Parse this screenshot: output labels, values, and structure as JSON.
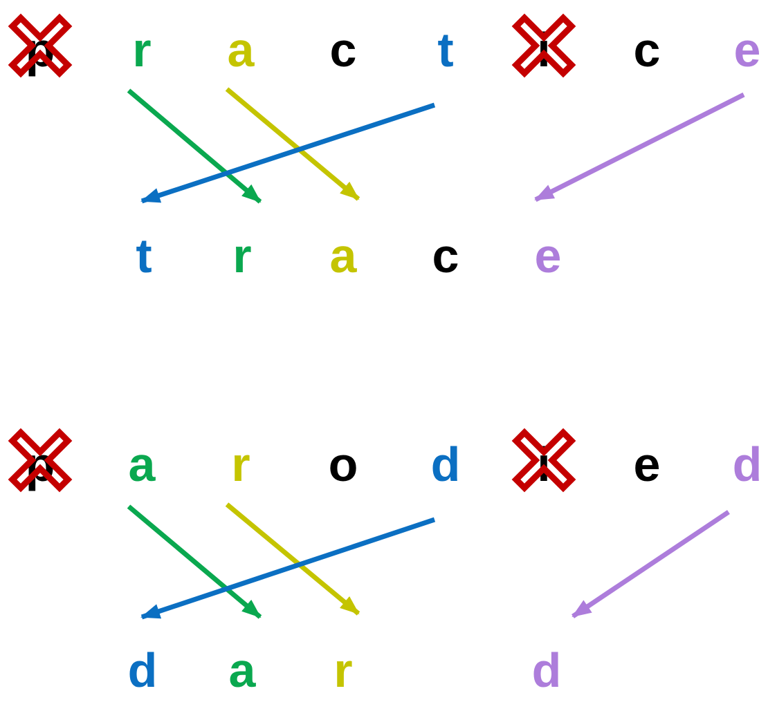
{
  "colors": {
    "black": "#000000",
    "green": "#0aa84f",
    "yellow": "#c4c400",
    "blue": "#0b6fc2",
    "purple": "#ad7ddb",
    "cross": "#c40000"
  },
  "puzzles": [
    {
      "source": [
        {
          "ch": "p",
          "color": "black",
          "crossed": true
        },
        {
          "ch": "r",
          "color": "green",
          "crossed": false
        },
        {
          "ch": "a",
          "color": "yellow",
          "crossed": false
        },
        {
          "ch": "c",
          "color": "black",
          "crossed": false
        },
        {
          "ch": "t",
          "color": "blue",
          "crossed": false
        },
        {
          "ch": "i",
          "color": "black",
          "crossed": true
        },
        {
          "ch": "c",
          "color": "black",
          "crossed": false
        },
        {
          "ch": "e",
          "color": "purple",
          "crossed": false
        }
      ],
      "result": [
        {
          "ch": "t",
          "color": "blue"
        },
        {
          "ch": "r",
          "color": "green"
        },
        {
          "ch": "a",
          "color": "yellow"
        },
        {
          "ch": "c",
          "color": "black"
        },
        {
          "ch": "e",
          "color": "purple"
        }
      ]
    },
    {
      "source": [
        {
          "ch": "p",
          "color": "black",
          "crossed": true
        },
        {
          "ch": "a",
          "color": "green",
          "crossed": false
        },
        {
          "ch": "r",
          "color": "yellow",
          "crossed": false
        },
        {
          "ch": "o",
          "color": "black",
          "crossed": false
        },
        {
          "ch": "d",
          "color": "blue",
          "crossed": false
        },
        {
          "ch": "i",
          "color": "black",
          "crossed": true
        },
        {
          "ch": "e",
          "color": "black",
          "crossed": false
        },
        {
          "ch": "d",
          "color": "purple",
          "crossed": false
        }
      ],
      "result": [
        {
          "ch": "d",
          "color": "blue"
        },
        {
          "ch": "a",
          "color": "green"
        },
        {
          "ch": "r",
          "color": "yellow"
        },
        {
          "ch": "d",
          "color": "purple"
        }
      ]
    }
  ]
}
